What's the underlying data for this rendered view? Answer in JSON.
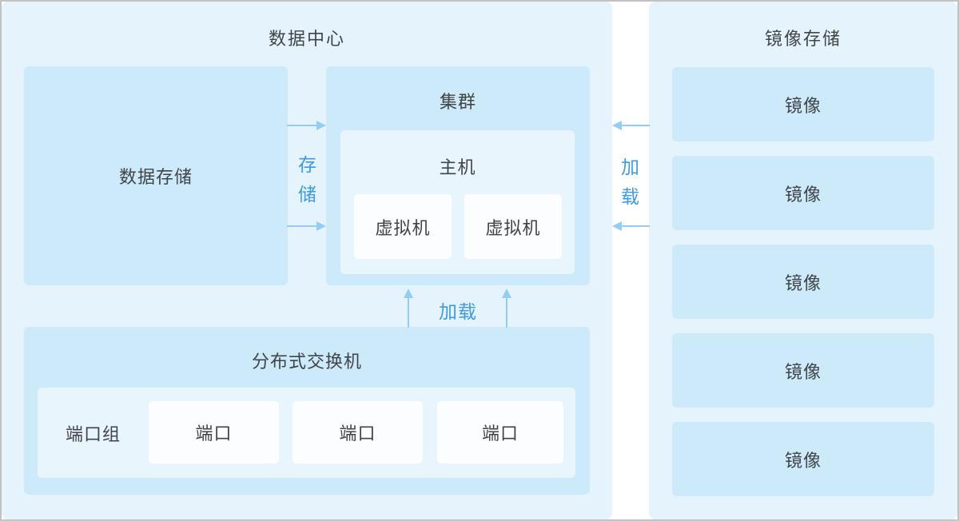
{
  "colors": {
    "panel_bg": "#e5f3fc",
    "box_mid_blue": "#cdeafa",
    "box_light_blue": "#e9f5fd",
    "box_white": "#fbfdff",
    "accent_blue": "#3b9bea",
    "arrow_blue": "#93ccf5",
    "text_dark": "#404448",
    "frame_gray": "#c2c2c2"
  },
  "datacenter": {
    "title": "数据中心",
    "data_storage_label": "数据存储",
    "cluster": {
      "title": "集群",
      "host": {
        "title": "主机",
        "vms": [
          "虚拟机",
          "虚拟机"
        ]
      }
    },
    "switch": {
      "title": "分布式交换机",
      "port_group_label": "端口组",
      "ports": [
        "端口",
        "端口",
        "端口"
      ]
    }
  },
  "edges": {
    "storage_label": "存储",
    "load_label_bottom": "加载",
    "load_label_right": "加载"
  },
  "image_storage": {
    "title": "镜像存储",
    "images": [
      "镜像",
      "镜像",
      "镜像",
      "镜像",
      "镜像"
    ]
  }
}
